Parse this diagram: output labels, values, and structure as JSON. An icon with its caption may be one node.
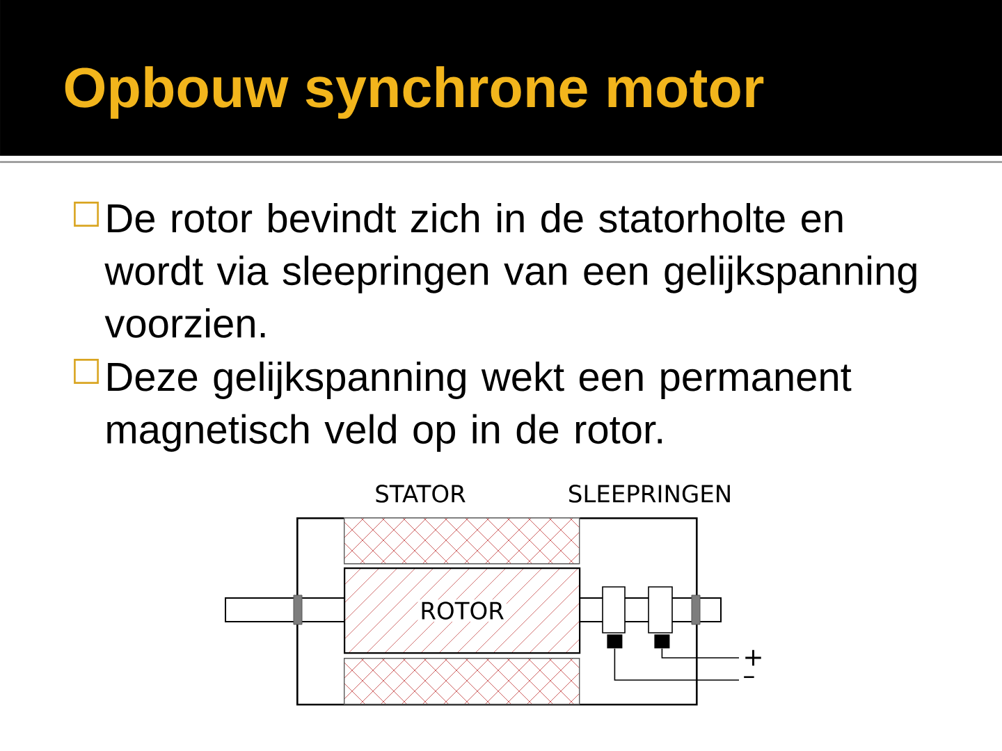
{
  "diagram": {
    "title": "Opbouw synchrone motor",
    "nodes": [
      {
        "text": [],
        "shape": "box"
      },
      {
        "text": [],
        "shape": "box",
        "in": 0
      },
      {
        "text": [
          "ROTOR"
        ],
        "in": 0
      },
      {
        "text": [],
        "shape": "box",
        "in": 0
      },
      {
        "text": [],
        "shape": "box",
        "in": 0
      },
      {
        "text": [],
        "shape": "box",
        "in": 0
      },
      {
        "text": [
          "+"
        ]
      },
      {
        "text": [
          "–"
        ]
      }
    ],
    "edges": [
      {
        "from": 5,
        "to": 6,
        "arrow": "none"
      },
      {
        "from": 4,
        "to": 7,
        "arrow": "none"
      }
    ],
    "labels": [
      "De rotor bevindt zich in de statorholte en wordt via sleepringen van een gelijkspanning voorzien.",
      "Deze gelijkspanning wekt een permanent magnetisch veld op in de rotor.",
      "STATOR",
      "SLEEPRINGEN"
    ]
  }
}
